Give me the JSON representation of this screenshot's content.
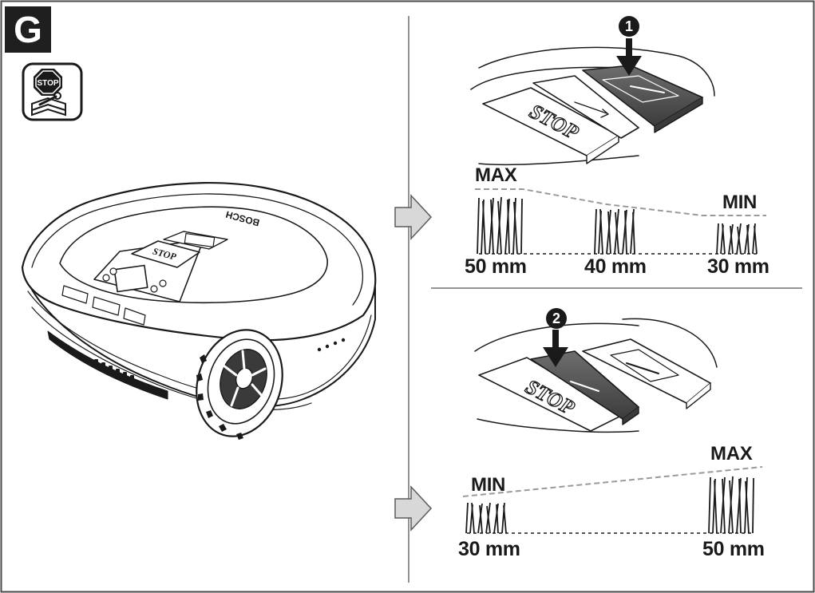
{
  "section_letter": "G",
  "stop_sign_text": "STOP",
  "robot_brand_text": "BOSCH",
  "robot_button_text": "STOP",
  "steps": [
    {
      "number": "1",
      "panel_button_text": "STOP",
      "labels": {
        "left_top": "MAX",
        "right_top": "MIN"
      },
      "heights": [
        "50 mm",
        "40 mm",
        "30 mm"
      ]
    },
    {
      "number": "2",
      "panel_button_text": "STOP",
      "labels": {
        "left_top": "MIN",
        "right_top": "MAX"
      },
      "heights": [
        "30 mm",
        "50 mm"
      ]
    }
  ],
  "colors": {
    "frame": "#4a4a4a",
    "line_art": "#1a1a1a",
    "dashed_guide": "#9a9a9a",
    "pressed_key": "#5a5a5a",
    "arrow_fill": "#d8d8d8"
  }
}
